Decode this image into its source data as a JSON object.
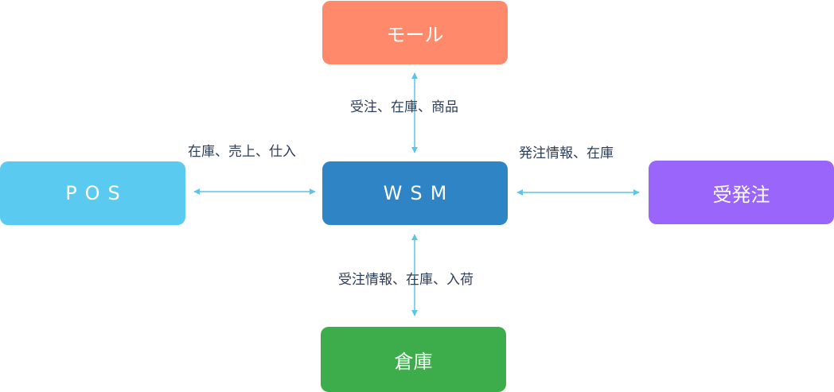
{
  "nodes": {
    "mall": {
      "label": "モール",
      "color": "#ff8a6b"
    },
    "pos": {
      "label": "POS",
      "color": "#5bcaf0"
    },
    "wsm": {
      "label": "WSM",
      "color": "#2e84c4"
    },
    "order": {
      "label": "受発注",
      "color": "#9965fb"
    },
    "warehouse": {
      "label": "倉庫",
      "color": "#3dad4b"
    }
  },
  "edges": {
    "top": {
      "label": "受注、在庫、商品"
    },
    "left": {
      "label": "在庫、売上、仕入"
    },
    "right": {
      "label": "発注情報、在庫"
    },
    "bottom": {
      "label": "受注情報、在庫、入荷"
    }
  },
  "arrow_color": "#5bc4ea",
  "label_color": "#2c3e5a"
}
